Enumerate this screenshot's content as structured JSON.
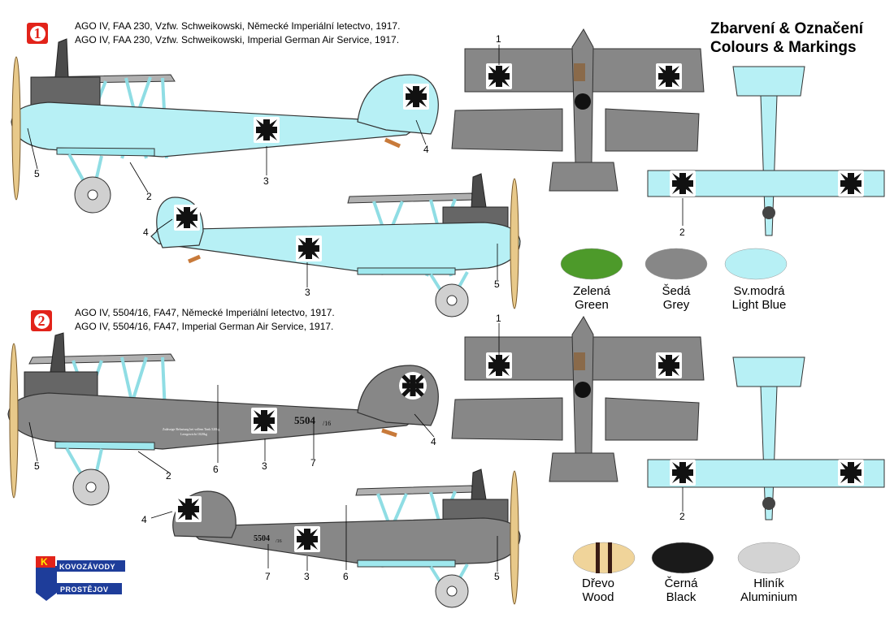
{
  "title": {
    "czech": "Zbarvení & Označení",
    "english": "Colours & Markings"
  },
  "schemes": [
    {
      "number": "1",
      "caption_czech": "AGO IV, FAA 230, Vzfw. Schweikowski, Německé Imperiální letectvo, 1917.",
      "caption_english": "AGO IV, FAA 230, Vzfw. Schweikowski, Imperial German Air Service, 1917.",
      "fuselage_color": "#b7f0f5"
    },
    {
      "number": "2",
      "caption_czech": "AGO IV, 5504/16, FA47, Německé Imperiální letectvo, 1917.",
      "caption_english": "AGO IV, 5504/16, FA47, Imperial German Air Service, 1917.",
      "fuselage_color": "#878787"
    }
  ],
  "serial": {
    "main": "5504",
    "suffix": "/16"
  },
  "stencil": {
    "line1": "Zulässige Belastung bei vollem Tank 520kg",
    "line2": "Leergewicht 1020kg"
  },
  "callouts": [
    "1",
    "2",
    "3",
    "4",
    "5",
    "6",
    "7"
  ],
  "swatches": [
    {
      "czech": "Zelená",
      "english": "Green",
      "color": "#4d9a2a"
    },
    {
      "czech": "Šedá",
      "english": "Grey",
      "color": "#878787"
    },
    {
      "czech": "Sv.modrá",
      "english": "Light Blue",
      "color": "#b7f0f5"
    },
    {
      "czech": "Dřevo",
      "english": "Wood",
      "color": "#f0d49a"
    },
    {
      "czech": "Černá",
      "english": "Black",
      "color": "#1a1a1a"
    },
    {
      "czech": "Hliník",
      "english": "Aluminium",
      "color": "#d3d3d3"
    }
  ],
  "logo": {
    "letter": "K",
    "line1": "KOVOZÁVODY",
    "line2": "PROSTĚJOV"
  }
}
